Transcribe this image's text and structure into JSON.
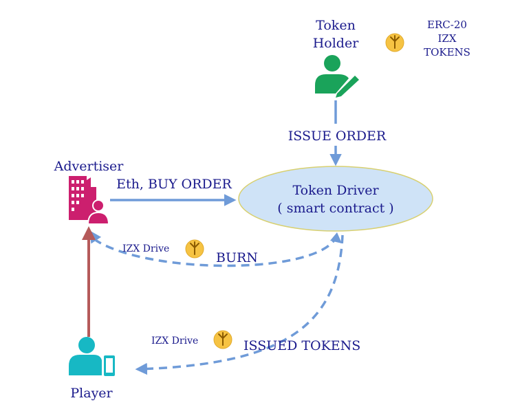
{
  "colors": {
    "text": "#1a1a8c",
    "arrow_blue": "#6f9bd8",
    "arrow_red": "#b55a5a",
    "ellipse_fill": "#cfe3f7",
    "ellipse_stroke": "#d8d070",
    "token_holder": "#1aa35a",
    "advertiser": "#cc1f6e",
    "player": "#17b8c4",
    "coin_fill": "#f6c343",
    "coin_mark": "#8a5a00"
  },
  "nodes": {
    "token_holder": {
      "line1": "Token",
      "line2": "Holder",
      "icon": "person-with-pen-icon"
    },
    "advertiser": {
      "label": "Advertiser",
      "icon": "building-with-person-icon"
    },
    "player": {
      "label": "Player",
      "icon": "person-with-phone-icon"
    },
    "contract": {
      "line1": "Token Driver",
      "line2": "( smart contract )"
    }
  },
  "legend": {
    "line1": "ERC-20",
    "line2": "IZX",
    "line3": "TOKENS",
    "icon": "izx-coin-icon"
  },
  "edges": {
    "issue_order": "ISSUE ORDER",
    "buy_order": "Eth, BUY ORDER",
    "burn": "BURN",
    "burn_token": "IZX Drive",
    "issued_tokens": "ISSUED TOKENS",
    "issued_token": "IZX Drive"
  }
}
